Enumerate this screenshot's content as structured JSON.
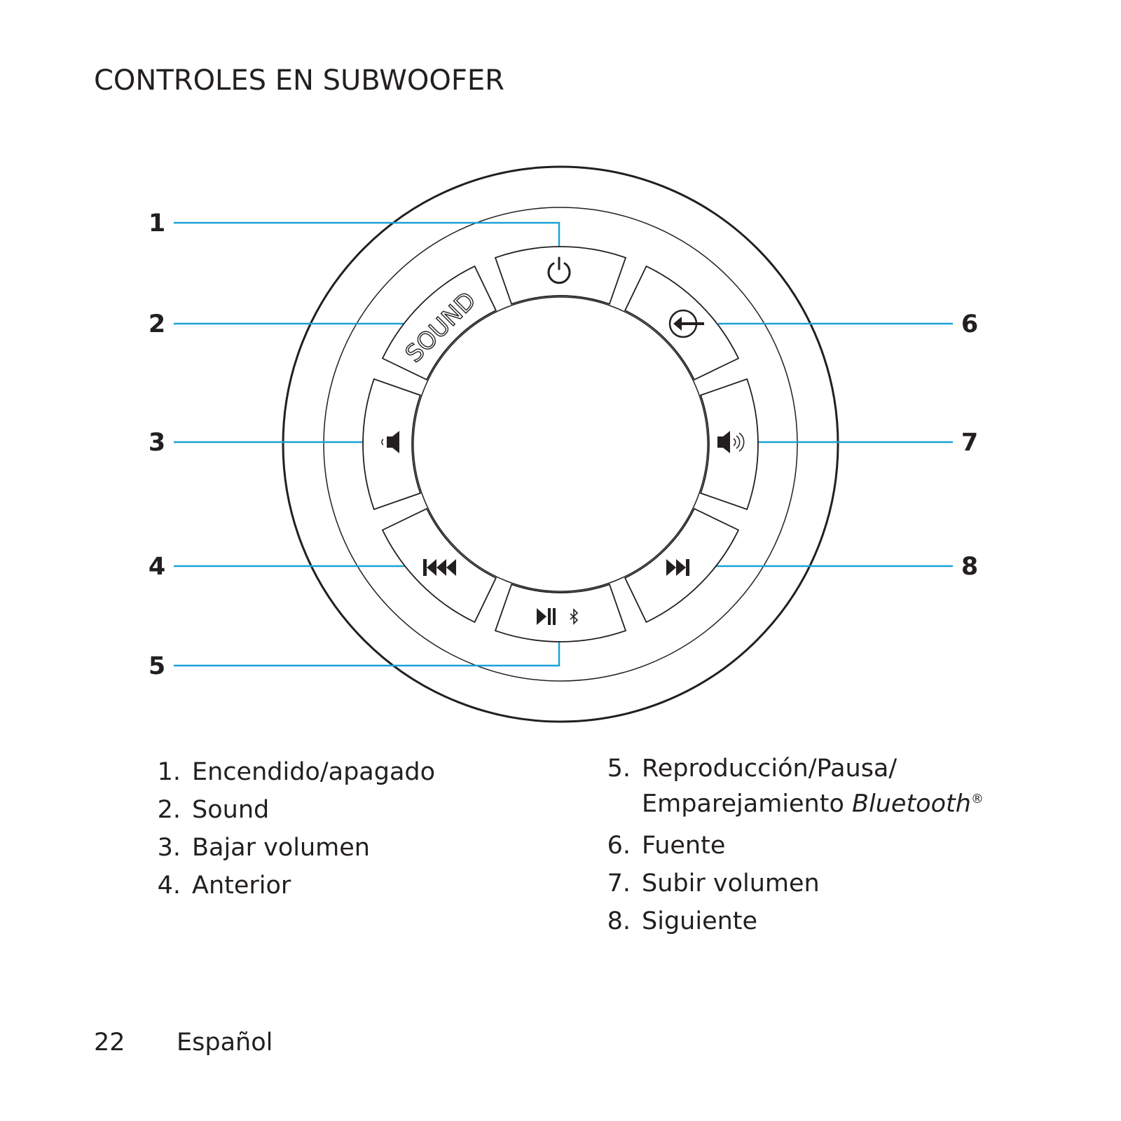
{
  "page": {
    "title": "CONTROLES EN SUBWOOFER",
    "page_number": "22",
    "language": "Español"
  },
  "diagram": {
    "leader_color": "#1ba1d8",
    "sound_label": "SOUND",
    "callouts": [
      "1",
      "2",
      "3",
      "4",
      "5",
      "6",
      "7",
      "8"
    ],
    "buttons": [
      {
        "id": 1,
        "icon": "power-icon"
      },
      {
        "id": 2,
        "icon": "sound-text"
      },
      {
        "id": 3,
        "icon": "volume-down-icon"
      },
      {
        "id": 4,
        "icon": "previous-track-icon"
      },
      {
        "id": 5,
        "icon": "play-pause-bluetooth-icon"
      },
      {
        "id": 6,
        "icon": "source-input-icon"
      },
      {
        "id": 7,
        "icon": "volume-up-icon"
      },
      {
        "id": 8,
        "icon": "next-track-icon"
      }
    ]
  },
  "legend": {
    "left": [
      {
        "num": "1.",
        "text": "Encendido/apagado"
      },
      {
        "num": "2.",
        "text": "Sound"
      },
      {
        "num": "3.",
        "text": "Bajar volumen"
      },
      {
        "num": "4.",
        "text": "Anterior"
      }
    ],
    "right": [
      {
        "num": "5.",
        "line1": "Reproducción/Pausa/",
        "line2_prefix": "Emparejamiento ",
        "line2_brand": "Bluetooth",
        "reg": "®"
      },
      {
        "num": "6.",
        "text": "Fuente"
      },
      {
        "num": "7.",
        "text": "Subir volumen"
      },
      {
        "num": "8.",
        "text": "Siguiente"
      }
    ]
  }
}
